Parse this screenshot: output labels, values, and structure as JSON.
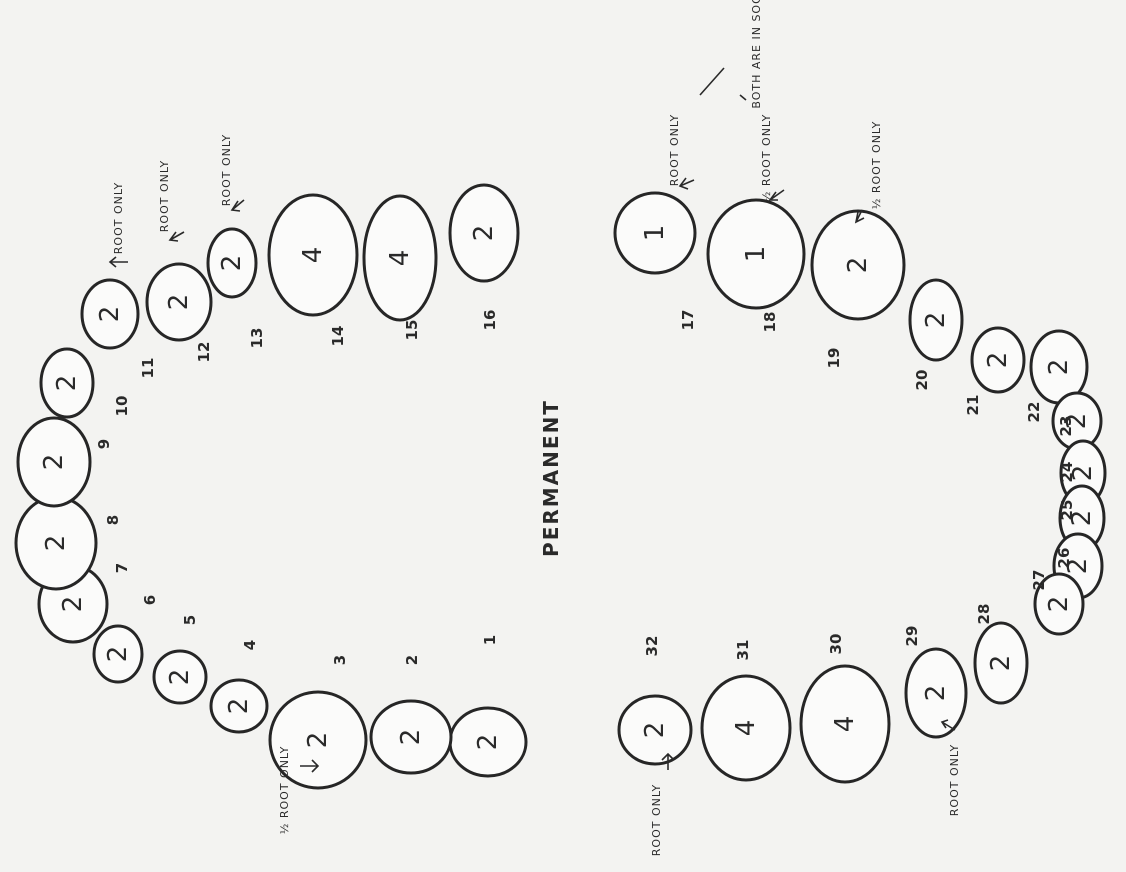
{
  "chart_title": "PERMANENT",
  "teeth": [
    {
      "number": "1",
      "mark": "2"
    },
    {
      "number": "2",
      "mark": "2"
    },
    {
      "number": "3",
      "mark": "2"
    },
    {
      "number": "4",
      "mark": "2"
    },
    {
      "number": "5",
      "mark": "2"
    },
    {
      "number": "6",
      "mark": "2"
    },
    {
      "number": "7",
      "mark": "2"
    },
    {
      "number": "8",
      "mark": "2"
    },
    {
      "number": "9",
      "mark": "2"
    },
    {
      "number": "10",
      "mark": "2"
    },
    {
      "number": "11",
      "mark": "2"
    },
    {
      "number": "12",
      "mark": "2"
    },
    {
      "number": "13",
      "mark": "2"
    },
    {
      "number": "14",
      "mark": "4"
    },
    {
      "number": "15",
      "mark": "4"
    },
    {
      "number": "16",
      "mark": "2"
    },
    {
      "number": "17",
      "mark": "1"
    },
    {
      "number": "18",
      "mark": "1"
    },
    {
      "number": "19",
      "mark": "2"
    },
    {
      "number": "20",
      "mark": "2"
    },
    {
      "number": "21",
      "mark": "2"
    },
    {
      "number": "22",
      "mark": "2"
    },
    {
      "number": "23",
      "mark": "2"
    },
    {
      "number": "24",
      "mark": "2"
    },
    {
      "number": "25",
      "mark": "2"
    },
    {
      "number": "26",
      "mark": "2"
    },
    {
      "number": "27",
      "mark": "2"
    },
    {
      "number": "28",
      "mark": "2"
    },
    {
      "number": "29",
      "mark": "2"
    },
    {
      "number": "30",
      "mark": "4"
    },
    {
      "number": "31",
      "mark": "4"
    },
    {
      "number": "32",
      "mark": "2"
    }
  ],
  "annotations": {
    "root_only_11": "ROOT ONLY",
    "root_only_12": "ROOT ONLY",
    "root_only_13": "ROOT ONLY",
    "half_root_3": "½ ROOT ONLY",
    "root_only_17": "ROOT ONLY",
    "half_root_18": "½ ROOT ONLY",
    "half_root_19": "½ ROOT ONLY",
    "both_note": "BOTH ARE IN SOCKET",
    "root_only_29": "ROOT ONLY",
    "root_only_32": "ROOT ONLY"
  }
}
